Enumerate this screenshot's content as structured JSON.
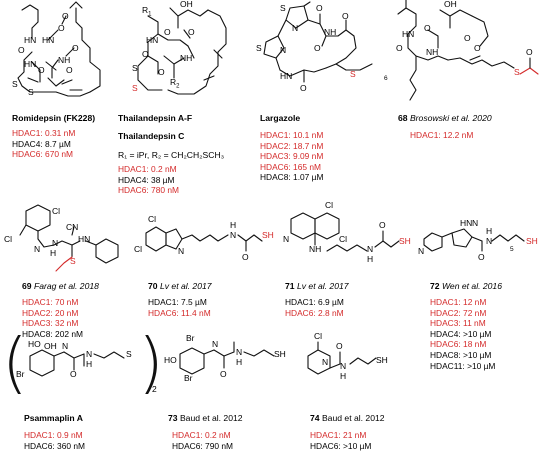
{
  "compounds": [
    {
      "id": "romidepsin",
      "name": "Romidepsin (FK228)",
      "atoms": {
        "hn1": "HN",
        "o1": "O",
        "hn2": "HN",
        "o2": "O",
        "s1": "S",
        "s2": "S",
        "hn3": "HN",
        "o3": "O",
        "nh1": "NH",
        "o4": "O",
        "o5": "O",
        "o6": "O"
      },
      "activity": [
        {
          "text": "HDAC1: 0.31 nM",
          "color": "red"
        },
        {
          "text": "HDAC4: 8.7 µM",
          "color": "black"
        },
        {
          "text": "HDAC6: 670 nM",
          "color": "red"
        }
      ]
    },
    {
      "id": "thailandepsin",
      "name": "Thailandepsin A-F",
      "atoms": {
        "r1": "R",
        "r1s": "1",
        "oh": "OH",
        "o1": "O",
        "hn": "HN",
        "o2": "O",
        "s1": "S",
        "s2": "S",
        "nh": "NH",
        "r2": "R",
        "r2s": "2",
        "o3": "O",
        "o4": "O"
      },
      "subtitle": "Thailandepsin C",
      "substituents": "R₁ = iPr, R₂ = CH₂CH₂SCH₃",
      "activity": [
        {
          "text": "HDAC1: 0.2 nM",
          "color": "red"
        },
        {
          "text": "HDAC4: 38 µM",
          "color": "black"
        },
        {
          "text": "HDAC6: 780 nM",
          "color": "red"
        }
      ]
    },
    {
      "id": "largazole",
      "name": "Largazole",
      "atoms": {
        "s1": "S",
        "n1": "N",
        "n2": "N",
        "s2": "S",
        "o1": "O",
        "nh1": "NH",
        "o2": "O",
        "hn": "HN",
        "o3": "O",
        "s3": "S",
        "o4": "O",
        "n6": "6"
      },
      "activity": [
        {
          "text": "HDAC1: 10.1 nM",
          "color": "red"
        },
        {
          "text": "HDAC2: 18.7 nM",
          "color": "red"
        },
        {
          "text": "HDAC3: 9.09 nM",
          "color": "red"
        },
        {
          "text": "HDAC6: 165 nM",
          "color": "red"
        },
        {
          "text": "HDAC8: 1.07 µM",
          "color": "black"
        }
      ]
    },
    {
      "id": "c68",
      "number": "68",
      "ref": "Brosowski et al. 2020",
      "atoms": {
        "oh": "OH",
        "o1": "O",
        "hn": "HN",
        "o2": "O",
        "o3": "O",
        "nh": "NH",
        "o4": "O",
        "s": "S",
        "o5": "O"
      },
      "activity": [
        {
          "text": "HDAC1: 12.2 nM",
          "color": "red"
        }
      ]
    },
    {
      "id": "c69",
      "number": "69",
      "ref": "Farag et al. 2018",
      "atoms": {
        "cl1": "Cl",
        "cl2": "Cl",
        "n1": "N",
        "n2": "N",
        "cn": "CN",
        "hn": "HN",
        "h": "H",
        "s": "S"
      },
      "activity": [
        {
          "text": "HDAC1: 70 nM",
          "color": "red"
        },
        {
          "text": "HDAC2: 20 nM",
          "color": "red"
        },
        {
          "text": "HDAC3: 32 nM",
          "color": "red"
        },
        {
          "text": "HDAC8: 202 nM",
          "color": "black"
        }
      ]
    },
    {
      "id": "c70",
      "number": "70",
      "ref": "Lv et al. 2017",
      "atoms": {
        "cl1": "Cl",
        "cl2": "Cl",
        "n": "N",
        "h": "H",
        "n2": "N",
        "o": "O",
        "sh": "SH"
      },
      "activity": [
        {
          "text": "HDAC1: 7.5 µM",
          "color": "black"
        },
        {
          "text": "HDAC6: 11.4 nM",
          "color": "red"
        }
      ]
    },
    {
      "id": "c71",
      "number": "71",
      "ref": "Lv et al. 2017",
      "atoms": {
        "cl1": "Cl",
        "cl2": "Cl",
        "n": "N",
        "nh": "NH",
        "h": "H",
        "n2": "N",
        "o": "O",
        "sh": "SH"
      },
      "activity": [
        {
          "text": "HDAC1: 6.9 µM",
          "color": "black"
        },
        {
          "text": "HDAC6: 2.8 nM",
          "color": "red"
        }
      ]
    },
    {
      "id": "c72",
      "number": "72",
      "ref": "Wen et al. 2016",
      "atoms": {
        "n": "N",
        "hn": "HN",
        "n2": "N",
        "h": "H",
        "n3": "N",
        "o": "O",
        "sub": "5",
        "sh": "SH"
      },
      "activity": [
        {
          "text": "HDAC1: 12 nM",
          "color": "red"
        },
        {
          "text": "HDAC2: 72 nM",
          "color": "red"
        },
        {
          "text": "HDAC3: 11 nM",
          "color": "red"
        },
        {
          "text": "HDAC4: >10 µM",
          "color": "black"
        },
        {
          "text": "HDAC6: 18 nM",
          "color": "red"
        },
        {
          "text": "HDAC8: >10 µM",
          "color": "black"
        },
        {
          "text": "HDAC11: >10 µM",
          "color": "black"
        }
      ]
    },
    {
      "id": "psammaplin",
      "name": "Psammaplin A",
      "atoms": {
        "ho": "HO",
        "n": "N",
        "oh": "OH",
        "br": "Br",
        "n2": "N",
        "h": "H",
        "o": "O",
        "s": "S",
        "sub": "2"
      },
      "activity": [
        {
          "text": "HDAC1: 0.9 nM",
          "color": "red"
        },
        {
          "text": "HDAC6: 360 nM",
          "color": "black"
        }
      ]
    },
    {
      "id": "c73",
      "number": "73",
      "ref": "Baud et al. 2012",
      "atoms": {
        "br1": "Br",
        "br2": "Br",
        "ho": "HO",
        "n": "N",
        "n2": "N",
        "h": "H",
        "o": "O",
        "sh": "SH"
      },
      "activity": [
        {
          "text": "HDAC1: 0.2 nM",
          "color": "red"
        },
        {
          "text": "HDAC6: 790 nM",
          "color": "black"
        }
      ]
    },
    {
      "id": "c74",
      "number": "74",
      "ref": "Baud et al. 2012",
      "atoms": {
        "cl": "Cl",
        "n": "N",
        "n2": "N",
        "h": "H",
        "o": "O",
        "sh": "SH"
      },
      "activity": [
        {
          "text": "HDAC1: 21 nM",
          "color": "red"
        },
        {
          "text": "HDAC6: >10 µM",
          "color": "black"
        }
      ]
    }
  ],
  "colors": {
    "potent": "#d42a2a",
    "weak": "#000000"
  }
}
